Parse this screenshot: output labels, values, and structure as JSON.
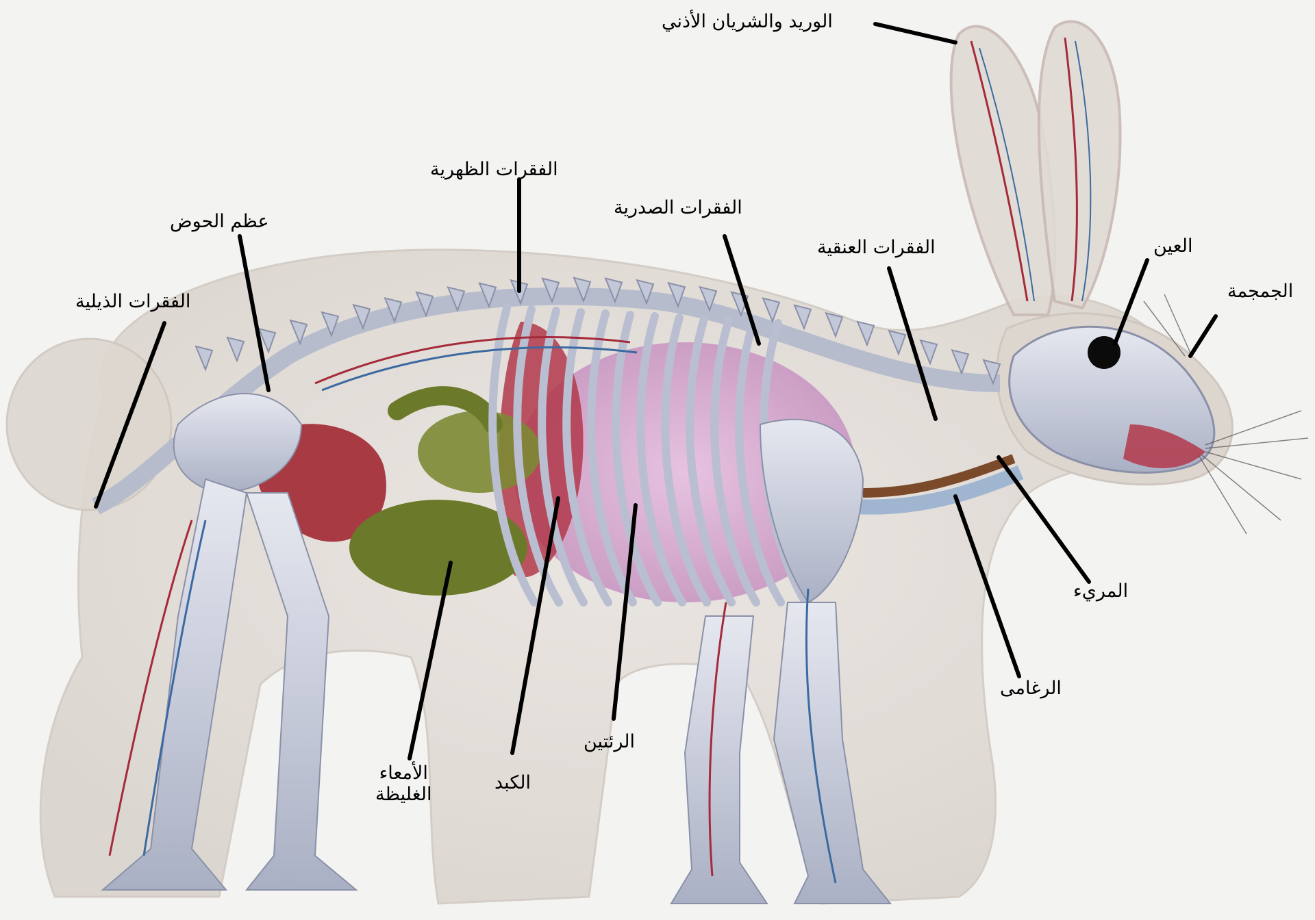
{
  "labels": {
    "ear_vessels": "الوريد والشريان الأذني",
    "dorsal_vertebrae": "الفقرات الظهرية",
    "thoracic_vertebrae": "الفقرات الصدرية",
    "cervical_vertebrae": "الفقرات العنقية",
    "eye": "العين",
    "skull": "الجمجمة",
    "pelvis": "عظم الحوض",
    "caudal_vertebrae": "الفقرات الذيلية",
    "esophagus": "المريء",
    "trachea": "الرغامى",
    "lungs": "الرئتين",
    "liver": "الكبد",
    "large_intestine_line1": "الأمعاء",
    "large_intestine_line2": "الغليظة"
  },
  "colors": {
    "background": "#f3f3f2",
    "body_outline": "#d8d2cc",
    "bone": "#c9ccd8",
    "lungs": "#d6a9cf",
    "heart_liver": "#b2384a",
    "intestine": "#6b7a2a",
    "vessel_red": "#a52a3a",
    "vessel_blue": "#3b6aa0",
    "leader_line": "#000000"
  }
}
